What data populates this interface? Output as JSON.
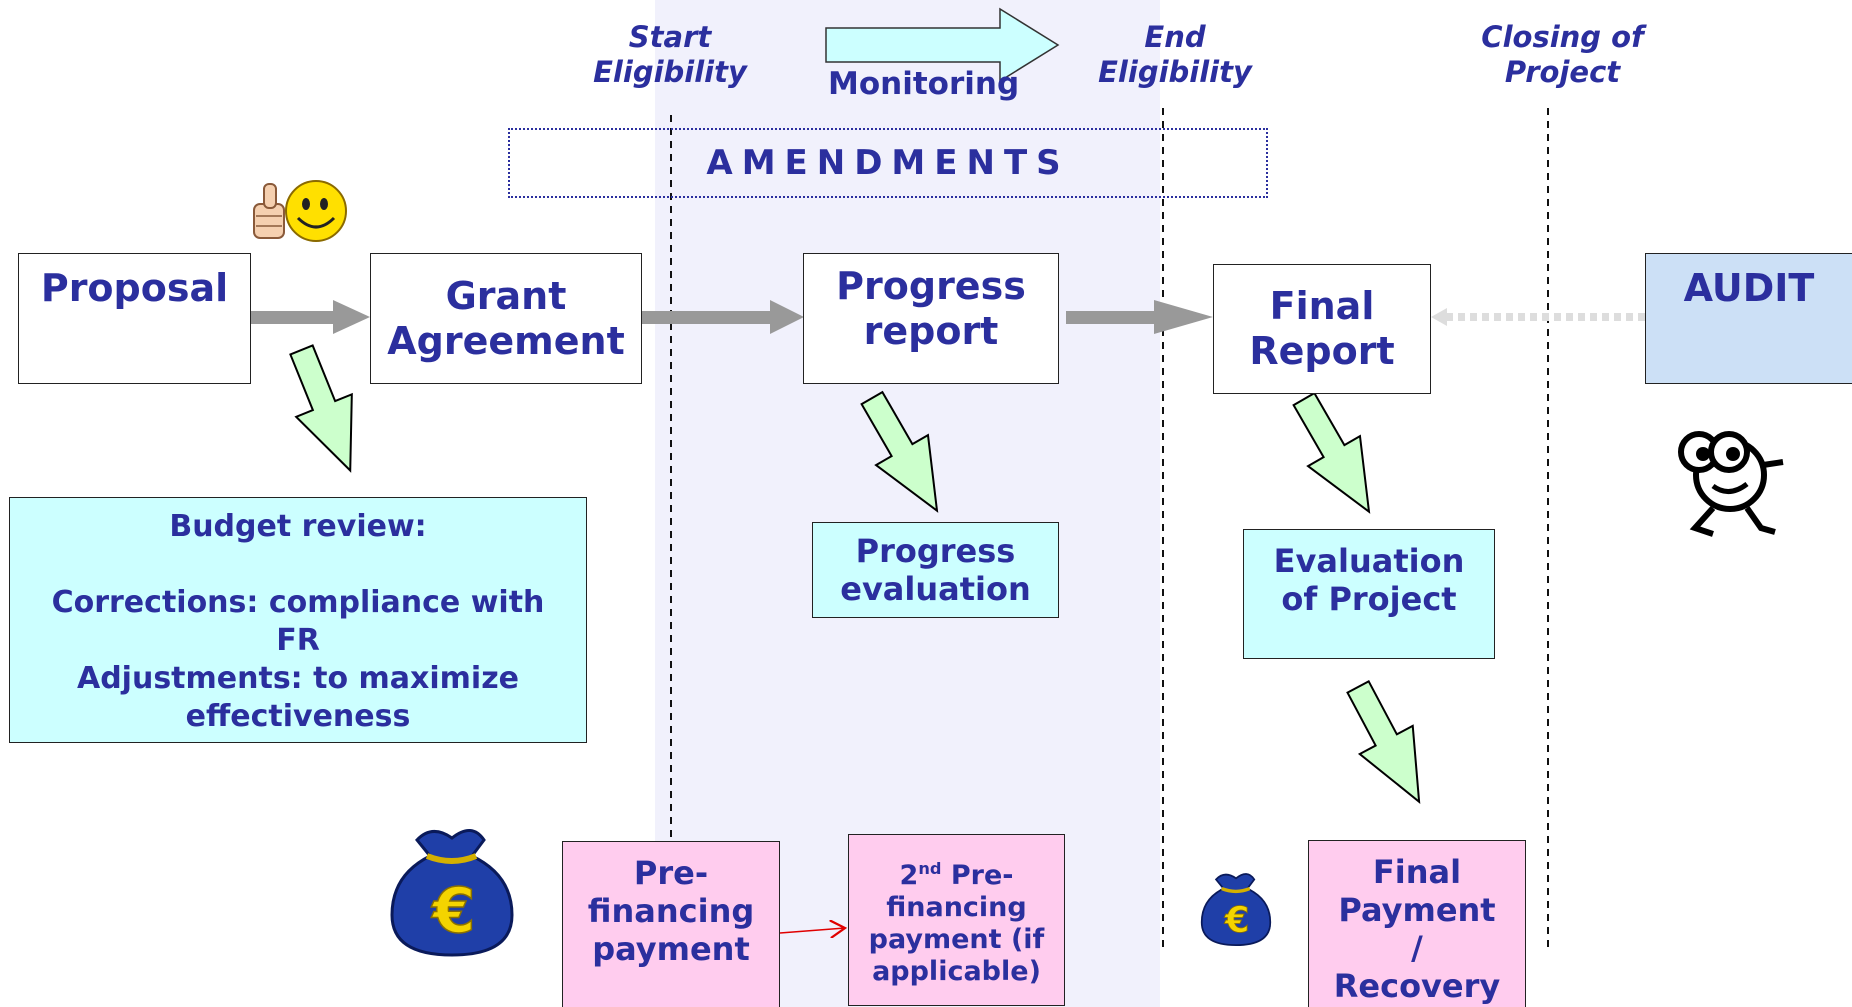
{
  "phases": {
    "start": [
      "Start",
      "Eligibility"
    ],
    "end": [
      "End",
      "Eligibility"
    ],
    "closing": [
      "Closing of",
      "Project"
    ]
  },
  "monitoring": "Monitoring",
  "amendments": "AMENDMENTS",
  "boxes": {
    "proposal": "Proposal",
    "grant": [
      "Grant",
      "Agreement"
    ],
    "progress_report": [
      "Progress",
      "report"
    ],
    "final_report": [
      "Final",
      "Report"
    ],
    "audit": "AUDIT",
    "budget_review": {
      "title": "Budget review:",
      "corrections": [
        "Corrections: compliance with",
        "FR"
      ],
      "adjustments": [
        "Adjustments: to maximize",
        "effectiveness"
      ]
    },
    "progress_eval": [
      "Progress",
      "evaluation"
    ],
    "eval_project": [
      "Evaluation",
      "of Project"
    ],
    "prefinancing": [
      "Pre-",
      "financing",
      "payment"
    ],
    "second_prefinancing": {
      "number": "2",
      "suffix": "nd",
      "lines": [
        "Pre-",
        "financing",
        "payment (if",
        "applicable)"
      ]
    },
    "final_payment": [
      "Final",
      "Payment",
      "/",
      "Recovery"
    ]
  },
  "icons": [
    "thumbs-up-smiley-icon",
    "euro-money-bag-icon",
    "auditor-character-icon"
  ],
  "colors": {
    "text_navy": "#2B2F9E",
    "monitoring_arrow": "#CCFFFF",
    "cyan_box": "#CCFFFF",
    "pink_box": "#FFCCEE",
    "audit_box": "#CCE0F6",
    "flow_arrow": "#999999",
    "down_arrow": "#CCFFCC",
    "bag_blue": "#1F3FA8",
    "euro_yellow": "#F4D400"
  }
}
